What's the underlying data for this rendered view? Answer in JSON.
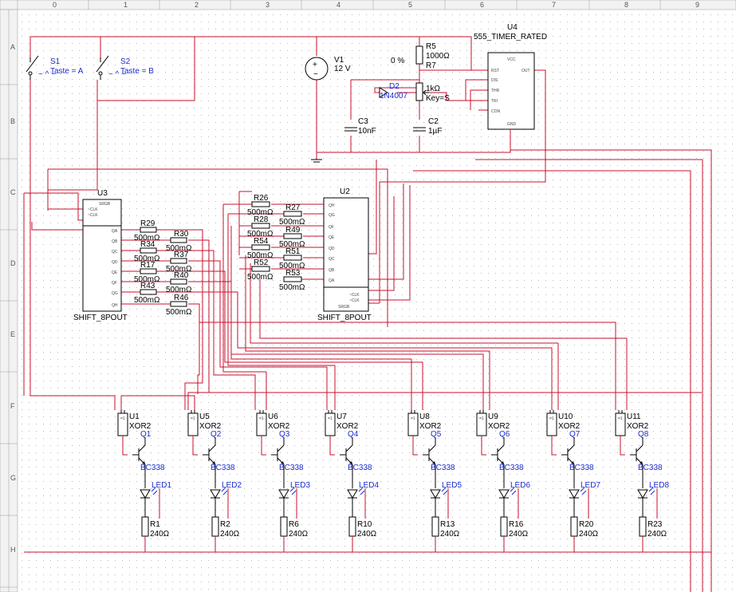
{
  "columns": [
    "0",
    "1",
    "2",
    "3",
    "4",
    "5",
    "6",
    "7",
    "8",
    "9"
  ],
  "rows": [
    "A",
    "B",
    "C",
    "D",
    "E",
    "F",
    "G",
    "H"
  ],
  "switches": [
    {
      "ref": "S1",
      "key": "Taste = A"
    },
    {
      "ref": "S2",
      "key": "Taste = B"
    }
  ],
  "v1": {
    "ref": "V1",
    "value": "12 V"
  },
  "r5": {
    "ref": "R5",
    "value": "1000Ω"
  },
  "r7": {
    "ref": "R7",
    "value": "1kΩ",
    "key": "Key=S",
    "percent": "0 %"
  },
  "d2": {
    "ref": "D2",
    "value": "1N4007"
  },
  "c3": {
    "ref": "C3",
    "value": "10nF"
  },
  "c2": {
    "ref": "C2",
    "value": "1µF"
  },
  "u4": {
    "ref": "U4",
    "type": "555_TIMER_RATED",
    "pins_left": [
      "RST",
      "DIS",
      "THR",
      "TRI",
      "CON"
    ],
    "pin_right": "OUT",
    "pin_top": "VCC",
    "pin_bottom": "GND"
  },
  "u3": {
    "ref": "U3",
    "type": "SHIFT_8POUT",
    "pins": [
      "SRGB",
      "~CLK",
      "~CLK",
      "QA",
      "QB",
      "QC",
      "QD",
      "QE",
      "QF",
      "QG",
      "QH"
    ]
  },
  "u2": {
    "ref": "U2",
    "type": "SHIFT_8POUT",
    "pins": [
      "QH",
      "QG",
      "QF",
      "QE",
      "QD",
      "QC",
      "QB",
      "QA",
      "~CLK",
      "~CLK",
      "SRGB"
    ]
  },
  "u3_resistors": [
    {
      "ref": "R29",
      "value": "500mΩ"
    },
    {
      "ref": "R30",
      "value": "500mΩ"
    },
    {
      "ref": "R34",
      "value": "500mΩ"
    },
    {
      "ref": "R37",
      "value": "500mΩ"
    },
    {
      "ref": "R17",
      "value": "500mΩ"
    },
    {
      "ref": "R40",
      "value": "500mΩ"
    },
    {
      "ref": "R43",
      "value": "500mΩ"
    },
    {
      "ref": "R46",
      "value": "500mΩ"
    }
  ],
  "u2_resistors": [
    {
      "ref": "R26",
      "value": "500mΩ"
    },
    {
      "ref": "R27",
      "value": "500mΩ"
    },
    {
      "ref": "R28",
      "value": "500mΩ"
    },
    {
      "ref": "R49",
      "value": "500mΩ"
    },
    {
      "ref": "R54",
      "value": "500mΩ"
    },
    {
      "ref": "R51",
      "value": "500mΩ"
    },
    {
      "ref": "R52",
      "value": "500mΩ"
    },
    {
      "ref": "R53",
      "value": "500mΩ"
    }
  ],
  "channels": [
    {
      "gate": "U1",
      "gate_type": "XOR2",
      "transistor": "Q1",
      "tr_type": "BC338",
      "led": "LED1",
      "res": "R1",
      "res_value": "240Ω"
    },
    {
      "gate": "U5",
      "gate_type": "XOR2",
      "transistor": "Q2",
      "tr_type": "BC338",
      "led": "LED2",
      "res": "R2",
      "res_value": "240Ω"
    },
    {
      "gate": "U6",
      "gate_type": "XOR2",
      "transistor": "Q3",
      "tr_type": "BC338",
      "led": "LED3",
      "res": "R6",
      "res_value": "240Ω"
    },
    {
      "gate": "U7",
      "gate_type": "XOR2",
      "transistor": "Q4",
      "tr_type": "BC338",
      "led": "LED4",
      "res": "R10",
      "res_value": "240Ω"
    },
    {
      "gate": "U8",
      "gate_type": "XOR2",
      "transistor": "Q5",
      "tr_type": "BC338",
      "led": "LED5",
      "res": "R13",
      "res_value": "240Ω"
    },
    {
      "gate": "U9",
      "gate_type": "XOR2",
      "transistor": "Q6",
      "tr_type": "BC338",
      "led": "LED6",
      "res": "R16",
      "res_value": "240Ω"
    },
    {
      "gate": "U10",
      "gate_type": "XOR2",
      "transistor": "Q7",
      "tr_type": "BC338",
      "led": "LED7",
      "res": "R20",
      "res_value": "240Ω"
    },
    {
      "gate": "U11",
      "gate_type": "XOR2",
      "transistor": "Q8",
      "tr_type": "BC338",
      "led": "LED8",
      "res": "R23",
      "res_value": "240Ω"
    }
  ],
  "colors": {
    "wire": "#c8102e",
    "label_blue": "#1a2ccc",
    "component": "#000000",
    "grid_dot": "#b8b8b8"
  }
}
